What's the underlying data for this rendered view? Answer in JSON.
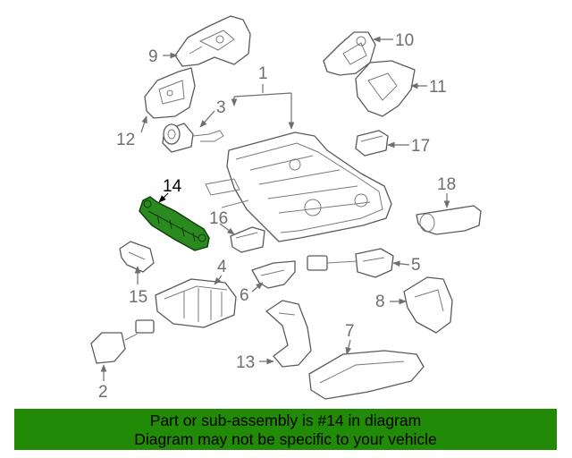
{
  "callouts": {
    "c1": "1",
    "c2": "2",
    "c3": "3",
    "c4": "4",
    "c5": "5",
    "c6": "6",
    "c7": "7",
    "c8": "8",
    "c9": "9",
    "c10": "10",
    "c11": "11",
    "c12": "12",
    "c13": "13",
    "c14": "14",
    "c15": "15",
    "c16": "16",
    "c17": "17",
    "c18": "18"
  },
  "highlighted_part": "14",
  "colors": {
    "highlight": "#2a8a1f",
    "banner": "#218a06"
  },
  "banner": {
    "line1": "Part or sub-assembly is #14 in diagram",
    "line2": "Diagram may not be specific to your vehicle"
  }
}
